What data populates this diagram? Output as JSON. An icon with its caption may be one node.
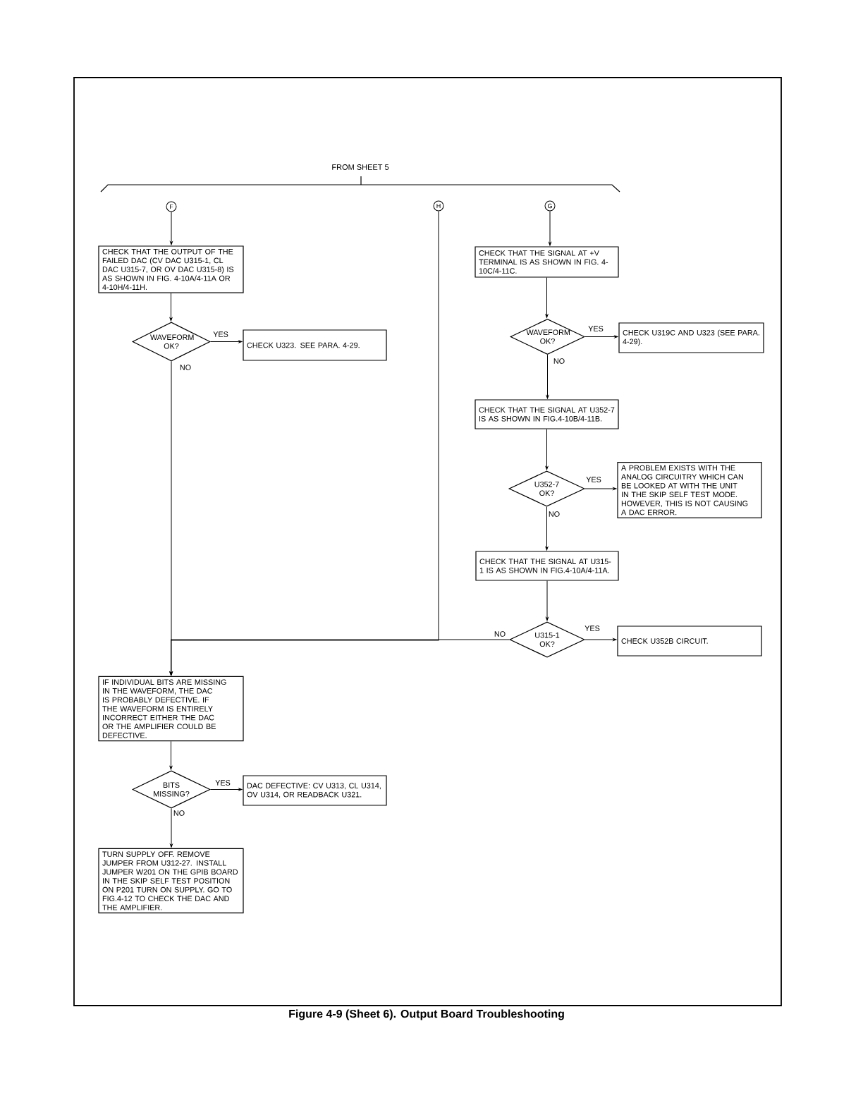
{
  "diagram": {
    "caption": "Figure 4-9 (Sheet 6). Output Board Troubleshooting",
    "nodes": [
      {
        "text": [
          "F"
        ]
      },
      {
        "text": [
          "H"
        ]
      },
      {
        "text": [
          "G"
        ]
      },
      {
        "text": [
          "CHECK THAT THE OUTPUT OF THE FAILED DAC (CV DAC U315-1, CL DAC U315-7, OR OV DAC U315-8) IS AS SHOWN IN FIG. 4-10A/4-11A OR 4-10H/4-11H."
        ]
      },
      {
        "text": [
          "WAVEFORM OK?"
        ]
      },
      {
        "text": [
          "CHECK U323. SEE PARA. 4-29."
        ]
      },
      {
        "text": [
          "CHECK THAT THE SIGNAL AT +V TERMINAL IS AS SHOWN IN FIG. 4-10C/4-11C."
        ]
      },
      {
        "text": [
          "WAVEFORM OK?"
        ]
      },
      {
        "text": [
          "CHECK U319C AND U323 (SEE PARA. 4-29)."
        ]
      },
      {
        "text": [
          "CHECK THAT THE SIGNAL AT U352-7 IS AS SHOWN IN FIG.4-10B/4-11B."
        ]
      },
      {
        "text": [
          "U352-7 OK?"
        ]
      },
      {
        "text": [
          "A PROBLEM EXISTS WITH THE ANALOG CIRCUITRY WHICH CAN BE LOOKED AT WITH THE UNIT IN THE SKIP SELF TEST MODE. HOWEVER, THIS IS NOT CAUSING A DAC ERROR."
        ]
      },
      {
        "text": [
          "CHECK THAT THE SIGNAL AT U315-1 IS AS SHOWN IN FIG.4-10A/4-11A."
        ]
      },
      {
        "text": [
          "U315-1 OK?"
        ]
      },
      {
        "text": [
          "CHECK U352B CIRCUIT."
        ]
      },
      {
        "text": [
          "IF INDIVIDUAL BITS ARE MISSING IN THE WAVEFORM, THE DAC IS PROBABLY DEFECTIVE. IF THE WAVEFORM IS ENTIRELY INCORRECT EITHER THE DAC OR THE AMPLIFIER COULD BE DEFECTIVE."
        ]
      },
      {
        "text": [
          "BITS MISSING?"
        ]
      },
      {
        "text": [
          "DAC DEFECTIVE: CV U313, CL U314, OV U314, OR READBACK U321."
        ]
      },
      {
        "text": [
          "TURN SUPPLY OFF. REMOVE JUMPER FROM U312-27. INSTALL JUMPER W201 ON THE GPIB BOARD IN THE SKIP SELF TEST POSITION ON P201 TURN ON SUPPLY. GO TO FIG.4-12 TO CHECK THE DAC AND THE AMPLIFIER."
        ]
      }
    ],
    "edges": [
      {
        "from": 0,
        "to": 3,
        "arrow": "to"
      },
      {
        "from": 3,
        "to": 4,
        "arrow": "to"
      },
      {
        "from": 4,
        "to": 5,
        "arrow": "to",
        "label": "YES"
      },
      {
        "from": 4,
        "to": 15,
        "arrow": "to",
        "label": "NO"
      },
      {
        "from": 1,
        "to": 15,
        "arrow": "to"
      },
      {
        "from": 2,
        "to": 6,
        "arrow": "to"
      },
      {
        "from": 6,
        "to": 7,
        "arrow": "to"
      },
      {
        "from": 7,
        "to": 8,
        "arrow": "to",
        "label": "YES"
      },
      {
        "from": 7,
        "to": 9,
        "arrow": "to",
        "label": "NO"
      },
      {
        "from": 9,
        "to": 10,
        "arrow": "to"
      },
      {
        "from": 10,
        "to": 11,
        "arrow": "to",
        "label": "YES"
      },
      {
        "from": 10,
        "to": 12,
        "arrow": "to",
        "label": "NO"
      },
      {
        "from": 12,
        "to": 13,
        "arrow": "to"
      },
      {
        "from": 13,
        "to": 14,
        "arrow": "to",
        "label": "YES"
      },
      {
        "from": 13,
        "to": 15,
        "arrow": "to",
        "label": "NO"
      },
      {
        "from": 15,
        "to": 16,
        "arrow": "to"
      },
      {
        "from": 16,
        "to": 17,
        "arrow": "to",
        "label": "YES"
      },
      {
        "from": 16,
        "to": 18,
        "arrow": "to",
        "label": "NO"
      }
    ],
    "labels": [
      "FROM SHEET 5"
    ]
  }
}
